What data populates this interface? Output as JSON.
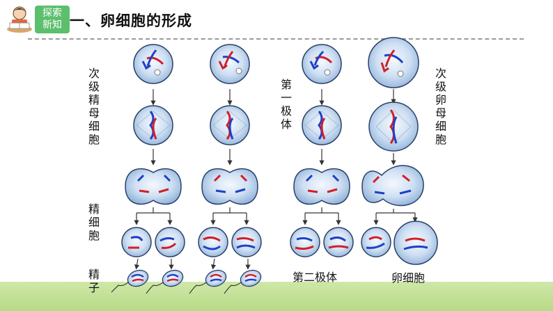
{
  "badge": {
    "line1": "探索",
    "line2": "新知",
    "icon": "child-reading-icon"
  },
  "title": "一、卵细胞的形成",
  "labels": {
    "secondary_spermatocyte": [
      "次",
      "级",
      "精",
      "母",
      "细",
      "胞"
    ],
    "spermatid": [
      "精",
      "细",
      "胞"
    ],
    "sperm": [
      "精",
      "子"
    ],
    "first_polar_body": [
      "第",
      "一",
      "极",
      "体"
    ],
    "secondary_oocyte": [
      "次",
      "级",
      "卵",
      "母",
      "细",
      "胞"
    ],
    "second_polar_body": "第二极体",
    "egg_cell": "卵细胞"
  },
  "colors": {
    "paternal": "#d11f2a",
    "maternal": "#1f3fc8",
    "cell_fill": "#bcd3ec",
    "cell_edge": "#2a3f66",
    "badge": "#5cbf6d",
    "grass": "#c3e092"
  }
}
